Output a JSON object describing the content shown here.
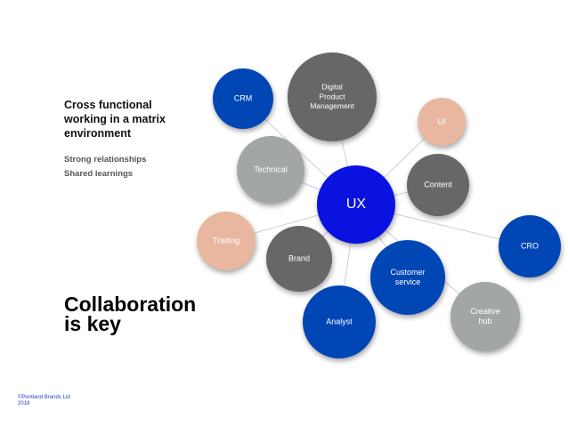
{
  "heading": "Cross functional\nworking in a matrix\nenvironment",
  "points": [
    "Strong relationships",
    "Shared learnings"
  ],
  "tagline": "Collaboration\nis key",
  "copyright": "©Pentland Brands Ltd\n2018",
  "colors": {
    "blue": "#0046b5",
    "bright_blue": "#0a12e0",
    "dark_gray": "#676767",
    "light_gray": "#a3a6a6",
    "peach": "#e9b7a0",
    "line": "#cfcfcf",
    "copyright_text": "#2a3fc4"
  },
  "center": {
    "id": "ux",
    "label": [
      "UX"
    ],
    "color": "bright_blue"
  },
  "nodes": [
    {
      "id": "crm",
      "label": [
        "CRM"
      ],
      "color": "blue"
    },
    {
      "id": "digital-product-management",
      "label": [
        "Digital",
        "Product",
        "Management"
      ],
      "color": "dark_gray"
    },
    {
      "id": "ui",
      "label": [
        "UI"
      ],
      "color": "peach"
    },
    {
      "id": "technical",
      "label": [
        "Technical"
      ],
      "color": "light_gray"
    },
    {
      "id": "content",
      "label": [
        "Content"
      ],
      "color": "dark_gray"
    },
    {
      "id": "trading",
      "label": [
        "Trading"
      ],
      "color": "peach"
    },
    {
      "id": "brand",
      "label": [
        "Brand"
      ],
      "color": "dark_gray"
    },
    {
      "id": "customer-service",
      "label": [
        "Customer",
        "service"
      ],
      "color": "blue"
    },
    {
      "id": "cro",
      "label": [
        "CRO"
      ],
      "color": "blue"
    },
    {
      "id": "analyst",
      "label": [
        "Analyst"
      ],
      "color": "blue"
    },
    {
      "id": "creative-hub",
      "label": [
        "Creative",
        "hub"
      ],
      "color": "light_gray"
    }
  ]
}
